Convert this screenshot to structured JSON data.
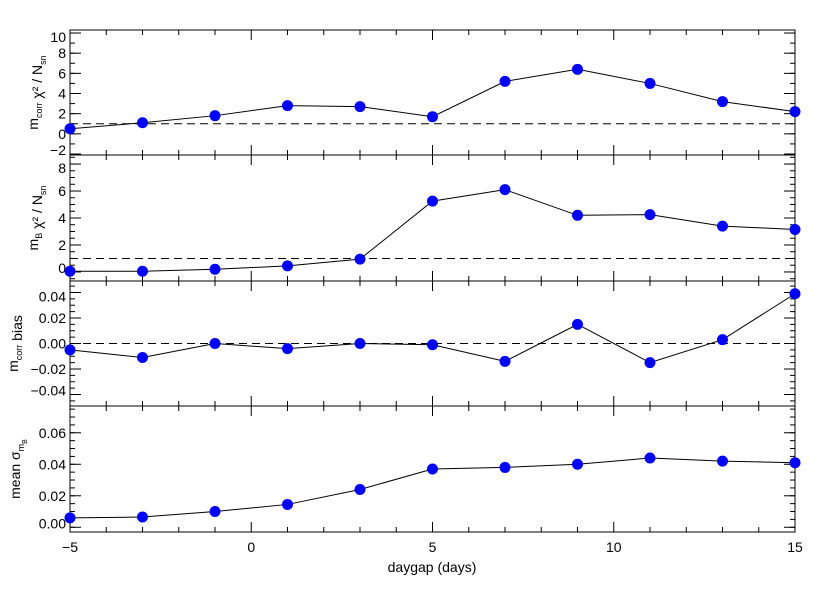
{
  "chart_data": {
    "type": "line",
    "xlabel": "daygap (days)",
    "xlim": [
      -5,
      15
    ],
    "x_ticks": [
      -5,
      0,
      5,
      10,
      15
    ],
    "x": [
      -5,
      -3,
      -1,
      1,
      3,
      5,
      7,
      9,
      11,
      13,
      15
    ],
    "marker_color": "#0000ff",
    "line_color": "#000000",
    "panels": [
      {
        "ylabel_main": "m",
        "ylabel_sub": "corr",
        "ylabel_rest": " χ² / N",
        "ylabel_rest_sub": "sn",
        "ylim": [
          -2.1,
          10.3
        ],
        "y_ticks": [
          -2,
          0,
          2,
          4,
          6,
          8,
          10
        ],
        "y_tick_labels": [
          "−2",
          "0",
          "2",
          "4",
          "6",
          "8",
          "10"
        ],
        "minor_step": 1,
        "reference_line": 1,
        "values": [
          0.5,
          1.1,
          1.8,
          2.8,
          2.7,
          1.7,
          5.2,
          6.4,
          5.0,
          3.2,
          2.2
        ]
      },
      {
        "ylabel_main": "m",
        "ylabel_sub": "B",
        "ylabel_rest": " χ² / N",
        "ylabel_rest_sub": "sn",
        "ylim": [
          -0.67,
          8.67
        ],
        "y_ticks": [
          0,
          2,
          4,
          6,
          8
        ],
        "y_tick_labels": [
          "0",
          "2",
          "4",
          "6",
          "8"
        ],
        "minor_step": 0.5,
        "reference_line": 1,
        "values": [
          0.05,
          0.05,
          0.2,
          0.45,
          0.95,
          5.25,
          6.1,
          4.2,
          4.25,
          3.4,
          3.15
        ]
      },
      {
        "ylabel_main": "m",
        "ylabel_sub": "corr",
        "ylabel_rest": " bias",
        "ylabel_rest_sub": "",
        "ylim": [
          -0.049,
          0.049
        ],
        "y_ticks": [
          -0.04,
          -0.02,
          0,
          0.02,
          0.04
        ],
        "y_tick_labels": [
          "−0.04",
          "−0.02",
          "0.00",
          "0.02",
          "0.04"
        ],
        "minor_step": 0.005,
        "reference_line": 0,
        "values": [
          -0.005,
          -0.011,
          0.0,
          -0.004,
          0.0,
          -0.001,
          -0.014,
          0.015,
          -0.015,
          0.003,
          0.039
        ]
      },
      {
        "ylabel_main": "mean σ",
        "ylabel_sub": "m",
        "ylabel_subsub": "B",
        "ylabel_rest": "",
        "ylabel_rest_sub": "",
        "ylim": [
          -0.003,
          0.077
        ],
        "y_ticks": [
          0,
          0.02,
          0.04,
          0.06
        ],
        "y_tick_labels": [
          "0.00",
          "0.02",
          "0.04",
          "0.06"
        ],
        "minor_step": 0.005,
        "reference_line": null,
        "values": [
          0.006,
          0.0065,
          0.01,
          0.0145,
          0.024,
          0.037,
          0.038,
          0.04,
          0.044,
          0.042,
          0.041
        ]
      }
    ]
  }
}
